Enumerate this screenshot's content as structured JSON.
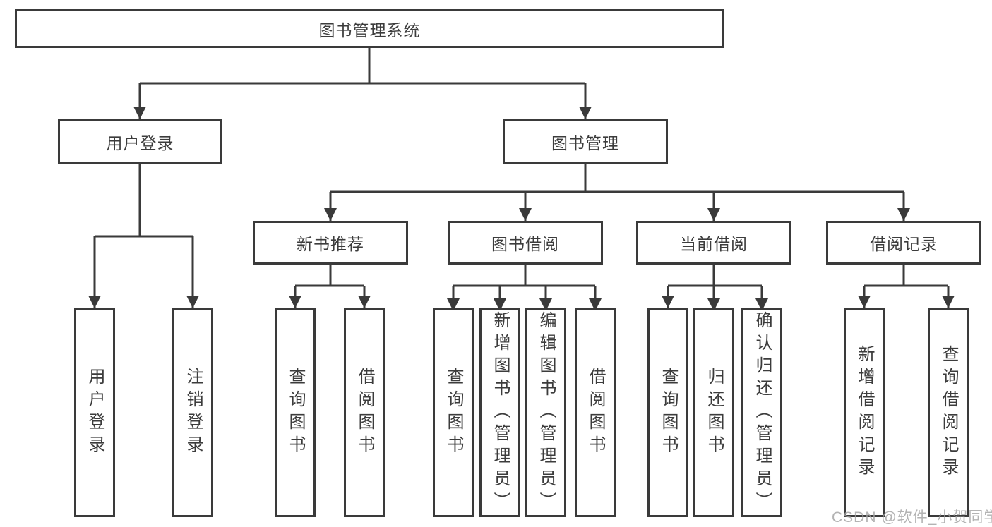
{
  "diagram": {
    "root": "图书管理系统",
    "level2": {
      "user_login": "用户登录",
      "book_mgmt": "图书管理"
    },
    "level3": {
      "new_book_rec": "新书推荐",
      "book_borrow": "图书借阅",
      "current_borrow": "当前借阅",
      "borrow_record": "借阅记录"
    },
    "leaves": {
      "user_login": "用户登录",
      "logout": "注销登录",
      "nb_query_book": "查询图书",
      "nb_borrow_book": "借阅图书",
      "bb_query_book": "查询图书",
      "bb_add_book": "新增图书（管理员）",
      "bb_edit_book": "编辑图书（管理员）",
      "bb_borrow_book": "借阅图书",
      "cb_query_book": "查询图书",
      "cb_return_book": "归还图书",
      "cb_confirm_return": "确认归还（管理员）",
      "br_add_record": "新增借阅记录",
      "br_query_record": "查询借阅记录"
    },
    "watermark": "CSDN @软件_小贺同学",
    "colors": {
      "line": "#3a3a3a",
      "text": "#3c3c3c",
      "watermark": "#a2a2a2",
      "background": "#ffffff"
    }
  }
}
